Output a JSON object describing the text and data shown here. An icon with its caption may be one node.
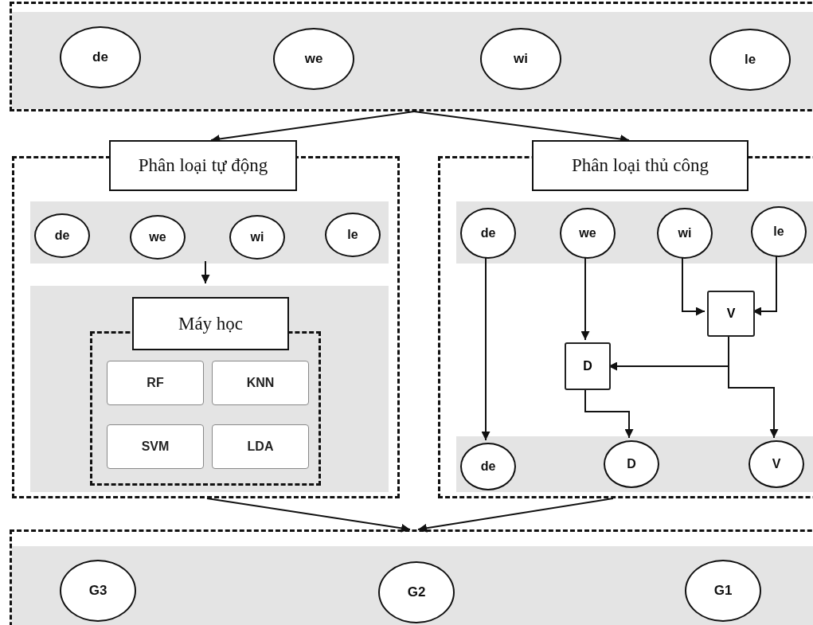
{
  "diagram": {
    "nodes": [
      {
        "text": [],
        "shape": "box"
      },
      {
        "text": [
          "de"
        ],
        "in": 0
      },
      {
        "text": [
          "we"
        ],
        "in": 0
      },
      {
        "text": [
          "wi"
        ],
        "in": 0
      },
      {
        "text": [
          "le"
        ],
        "in": 0
      },
      {
        "text": [
          "Phân loại tự động"
        ]
      },
      {
        "text": [],
        "shape": "box",
        "in": 5
      },
      {
        "text": [
          "de"
        ],
        "in": 6
      },
      {
        "text": [
          "we"
        ],
        "in": 6
      },
      {
        "text": [
          "wi"
        ],
        "in": 6
      },
      {
        "text": [
          "le"
        ],
        "in": 6
      },
      {
        "text": [],
        "shape": "box",
        "in": 5
      },
      {
        "text": [
          "Máy học"
        ],
        "in": 11
      },
      {
        "text": [
          "RF"
        ],
        "in": 12
      },
      {
        "text": [
          "KNN"
        ],
        "in": 12
      },
      {
        "text": [
          "SVM"
        ],
        "in": 12
      },
      {
        "text": [
          "LDA"
        ],
        "in": 12
      },
      {
        "text": [
          "Phân loại thủ công"
        ]
      },
      {
        "text": [],
        "shape": "box",
        "in": 17
      },
      {
        "text": [
          "de"
        ],
        "in": 18
      },
      {
        "text": [
          "we"
        ],
        "in": 18
      },
      {
        "text": [
          "wi"
        ],
        "in": 18
      },
      {
        "text": [
          "le"
        ],
        "in": 18
      },
      {
        "text": [
          "V"
        ],
        "in": 17
      },
      {
        "text": [
          "D"
        ],
        "in": 17
      },
      {
        "text": [],
        "shape": "box",
        "in": 17
      },
      {
        "text": [
          "de"
        ],
        "in": 25
      },
      {
        "text": [
          "D"
        ],
        "in": 25
      },
      {
        "text": [
          "V"
        ],
        "in": 25
      },
      {
        "text": [],
        "shape": "box"
      },
      {
        "text": [
          "G3"
        ],
        "in": 29
      },
      {
        "text": [
          "G2"
        ],
        "in": 29
      },
      {
        "text": [
          "G1"
        ],
        "in": 29
      }
    ],
    "edges": [
      {
        "from": 0,
        "to": 5,
        "arrow": "to"
      },
      {
        "from": 0,
        "to": 17,
        "arrow": "to"
      },
      {
        "from": 6,
        "to": 11,
        "arrow": "to"
      },
      {
        "from": 19,
        "to": 26,
        "arrow": "to"
      },
      {
        "from": 20,
        "to": 24,
        "arrow": "to"
      },
      {
        "from": 21,
        "to": 23,
        "arrow": "to"
      },
      {
        "from": 22,
        "to": 23,
        "arrow": "to"
      },
      {
        "from": 23,
        "to": 24,
        "arrow": "to"
      },
      {
        "from": 24,
        "to": 27,
        "arrow": "to"
      },
      {
        "from": 23,
        "to": 28,
        "arrow": "to"
      },
      {
        "from": 5,
        "to": 29,
        "arrow": "to"
      },
      {
        "from": 17,
        "to": 29,
        "arrow": "to"
      }
    ]
  }
}
